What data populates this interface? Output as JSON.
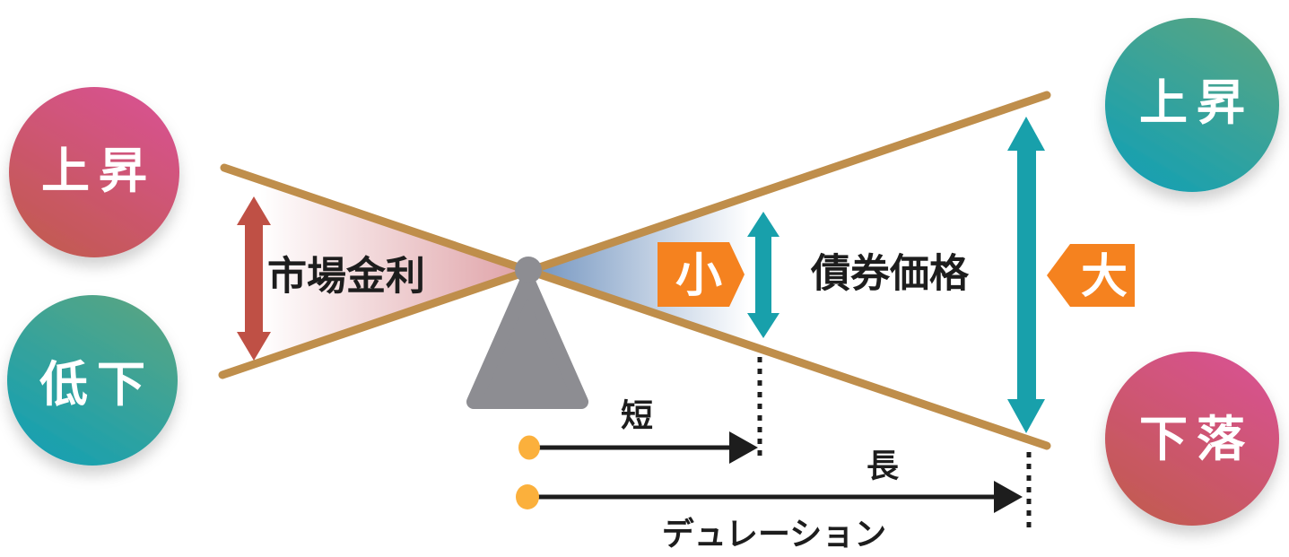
{
  "diagram": {
    "market_rate": {
      "label": "市場金利",
      "up": "上昇",
      "down": "低下"
    },
    "bond_price": {
      "label": "債券価格",
      "up": "上昇",
      "down": "下落",
      "change_small_badge": "小",
      "change_large_badge": "大"
    },
    "duration": {
      "label": "デュレーション",
      "short": "短",
      "long": "長"
    }
  },
  "colors": {
    "beam_tan": "#bf8e4b",
    "fulcrum_gray": "#8d8d92",
    "rate_arrow_red": "#bf5045",
    "price_arrow_teal": "#18a0ab",
    "badge_orange": "#f5821f",
    "dot_yellow": "#fbb03c",
    "wedge_pink": "#e0a4a9",
    "wedge_blue": "#7697c1",
    "circle_pink_start": "#d85191",
    "circle_pink_end": "#c25b50",
    "circle_teal_start": "#58a583",
    "circle_teal_end": "#14a0b3",
    "ink_black": "#1d1d1d"
  }
}
